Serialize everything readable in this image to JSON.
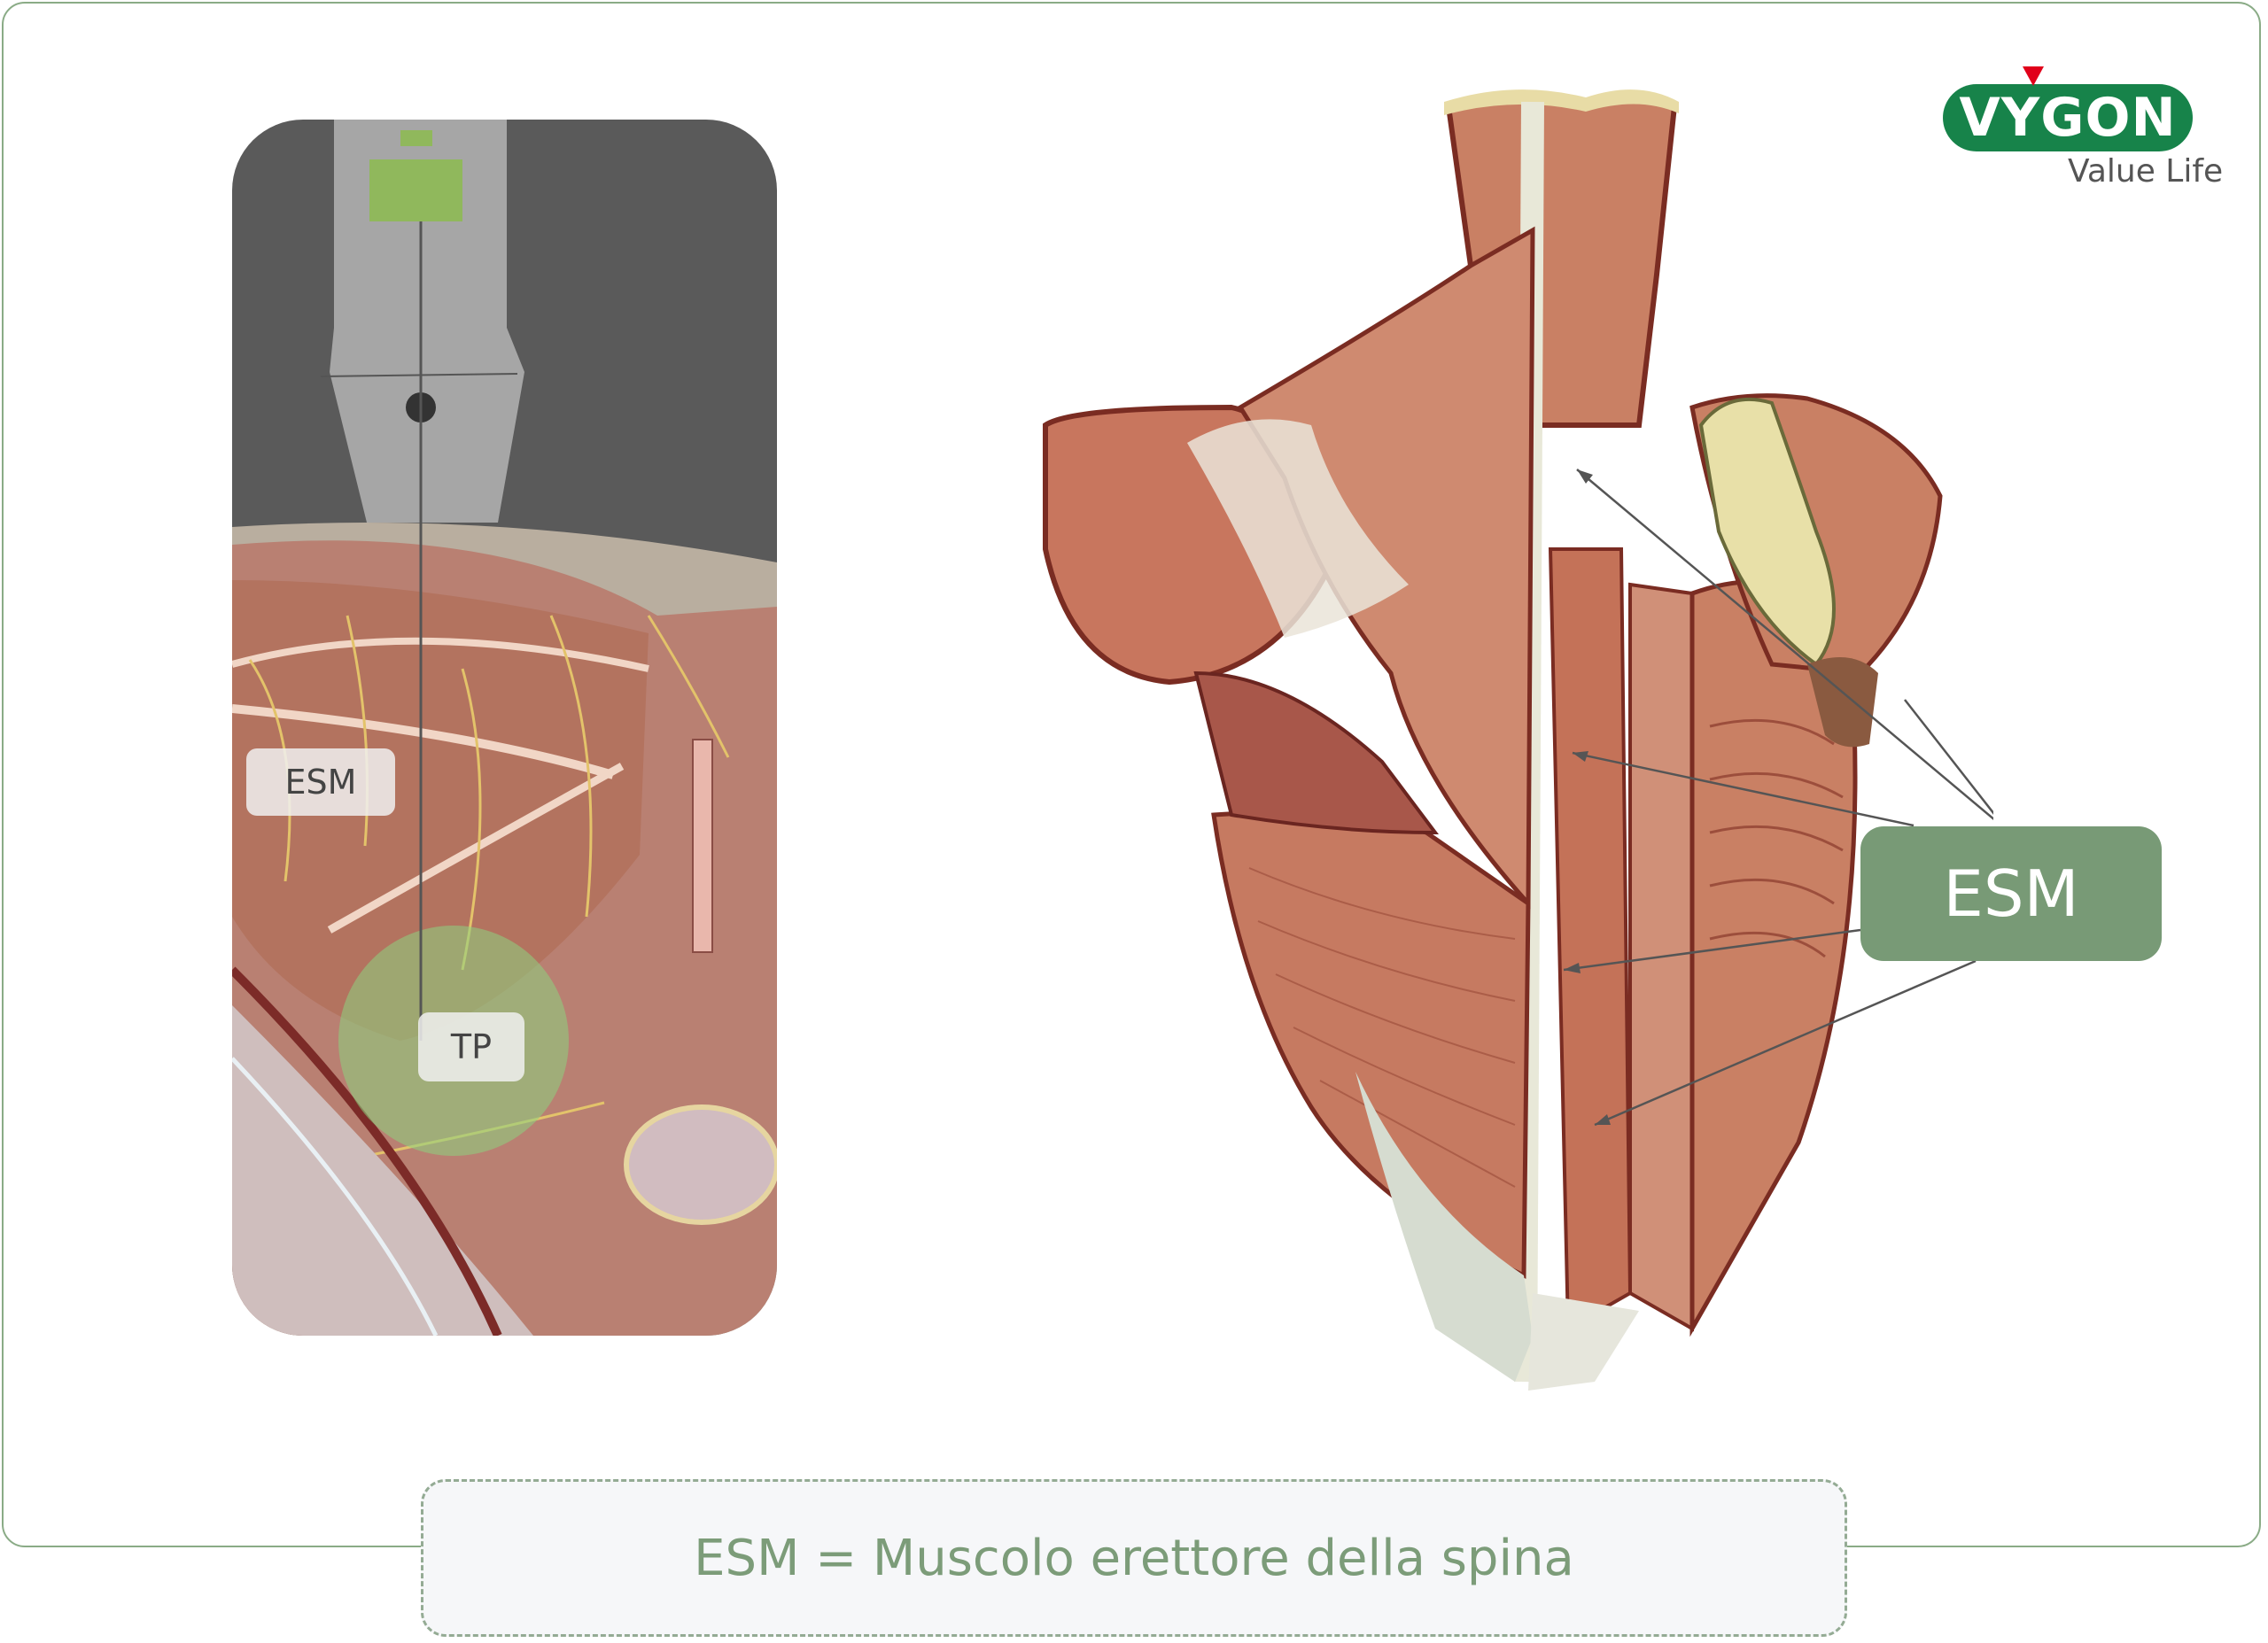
{
  "labels": {
    "ultrasound_esm": "ESM",
    "ultrasound_tp": "TP",
    "callout_esm": "ESM"
  },
  "brand": {
    "name": "VYGON",
    "tagline": "Value Life"
  },
  "legend": {
    "text": "ESM = Muscolo erettore della spina"
  },
  "colors": {
    "frame": "#8aab86",
    "callout_bg": "#789a76",
    "legend_text": "#7c9c79",
    "brand_green": "#17834a",
    "brand_red": "#e1001a",
    "muscle": "#c98064",
    "muscle_dark": "#7a2c22",
    "target_zone": "#8cd27f"
  }
}
